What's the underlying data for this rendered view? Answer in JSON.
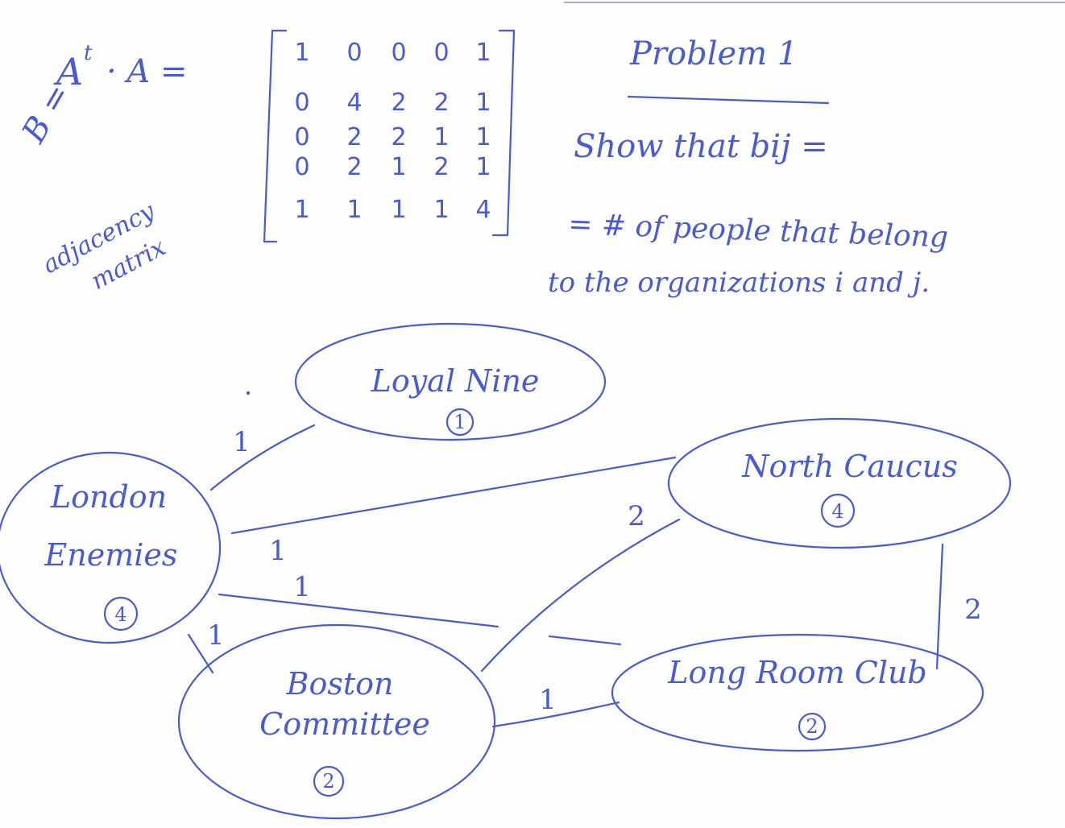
{
  "formula": {
    "lhs": "A",
    "superscript": "t",
    "rhs": "· A =",
    "b_label": "B ="
  },
  "caption": {
    "line1": "adjacency",
    "line2": "matrix"
  },
  "matrix": [
    [
      "1",
      "0",
      "0",
      "0",
      "1"
    ],
    [
      "0",
      "4",
      "2",
      "2",
      "1"
    ],
    [
      "0",
      "2",
      "2",
      "1",
      "1"
    ],
    [
      "0",
      "2",
      "1",
      "2",
      "1"
    ],
    [
      "1",
      "1",
      "1",
      "1",
      "4"
    ]
  ],
  "problem": {
    "title": "Problem 1",
    "line1": "Show that bij =",
    "line2": "= # of people that belong",
    "line3": "to the organizations i and j."
  },
  "nodes": {
    "loyal_nine": {
      "label": "Loyal Nine",
      "count": "1"
    },
    "london_enemies": {
      "line1": "London",
      "line2": "Enemies",
      "count": "4"
    },
    "north_caucus": {
      "label": "North Caucus",
      "count": "4"
    },
    "boston_committee": {
      "line1": "Boston",
      "line2": "Committee",
      "count": "2"
    },
    "long_room_club": {
      "label": "Long Room Club",
      "count": "2"
    }
  },
  "edges": {
    "london_loyal": "1",
    "london_north": "1",
    "london_long": "1",
    "london_boston": "1",
    "boston_north": "2",
    "boston_long": "1",
    "north_long": "2"
  },
  "colors": {
    "ink": "#4a5bd0",
    "paper": "#fdfdfe"
  }
}
